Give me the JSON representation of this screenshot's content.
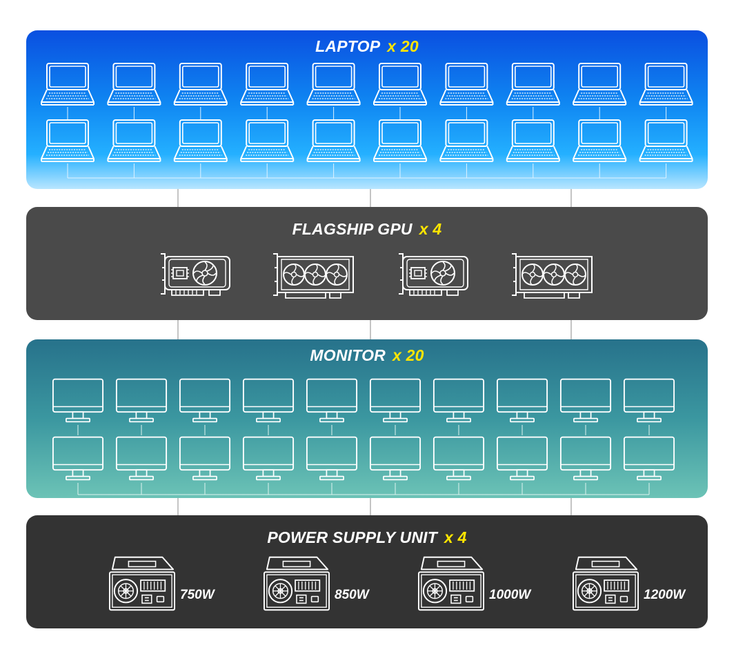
{
  "sections": {
    "laptop": {
      "title": "LAPTOP",
      "quantity": "x 20",
      "count": 20,
      "icon": "laptop-icon"
    },
    "gpu": {
      "title": "FLAGSHIP GPU",
      "quantity": "x 4",
      "count": 4,
      "icon": "gpu-card-icon"
    },
    "monitor": {
      "title": "MONITOR",
      "quantity": "x 20",
      "count": 20,
      "icon": "monitor-icon"
    },
    "psu": {
      "title": "POWER SUPPLY UNIT",
      "quantity": "x 4",
      "count": 4,
      "icon": "power-supply-icon",
      "units": [
        {
          "wattage": "750W"
        },
        {
          "wattage": "850W"
        },
        {
          "wattage": "1000W"
        },
        {
          "wattage": "1200W"
        }
      ]
    }
  },
  "colors": {
    "laptop_top": "#0a4fe0",
    "laptop_bottom": "#b9e6ff",
    "gpu_panel": "#4a4a4a",
    "monitor_top": "#27728b",
    "monitor_bottom": "#6cc3b6",
    "psu_panel": "#333333",
    "accent": "#ffe500",
    "line": "#ffffff",
    "connector": "#888888"
  }
}
